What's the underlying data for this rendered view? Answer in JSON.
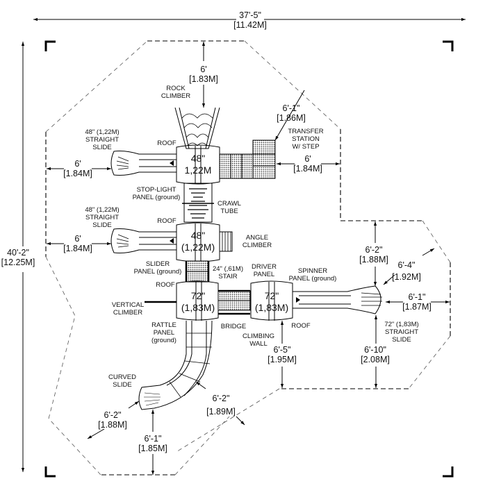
{
  "diagram": {
    "type": "playground-site-plan",
    "overall_dimensions": {
      "width": {
        "imperial": "37'-5\"",
        "metric": "[11.42M]"
      },
      "height": {
        "imperial": "40'-2\"",
        "metric": "[12.25M]"
      }
    },
    "clearance_dimensions": [
      {
        "id": "top",
        "imperial": "6'",
        "metric": "[1.83M]"
      },
      {
        "id": "transfer-diag",
        "imperial": "6'-1\"",
        "metric": "[1.86M]"
      },
      {
        "id": "transfer-right",
        "imperial": "6'",
        "metric": "[1.84M]"
      },
      {
        "id": "slide1-left",
        "imperial": "6'",
        "metric": "[1.84M]"
      },
      {
        "id": "slide2-left",
        "imperial": "6'",
        "metric": "[1.84M]"
      },
      {
        "id": "slide3-top",
        "imperial": "6'-2\"",
        "metric": "[1.88M]"
      },
      {
        "id": "slide3-diag",
        "imperial": "6'-4\"",
        "metric": "[1.92M]"
      },
      {
        "id": "slide3-right",
        "imperial": "6'-1\"",
        "metric": "[1.87M]"
      },
      {
        "id": "slide3-bottom",
        "imperial": "6'-10\"",
        "metric": "[2.08M]"
      },
      {
        "id": "deck4-bottom",
        "imperial": "6'-5\"",
        "metric": "[1.95M]"
      },
      {
        "id": "curved-right",
        "imperial": "6'-2\"",
        "metric": "[1.89M]"
      },
      {
        "id": "curved-left",
        "imperial": "6'-2\"",
        "metric": "[1.88M]"
      },
      {
        "id": "curved-bottom",
        "imperial": "6'-1\"",
        "metric": "[1.85M]"
      }
    ],
    "decks": [
      {
        "line1": "48\"",
        "line2": "1,22M"
      },
      {
        "line1": "48\"",
        "line2": "(1,22M)"
      },
      {
        "line1": "72\"",
        "line2": "(1,83M)"
      },
      {
        "line1": "72\"",
        "line2": "(1,83M)"
      }
    ],
    "labels": {
      "rock_climber": [
        "ROCK",
        "CLIMBER"
      ],
      "slide1": [
        "48\" (1,22M)",
        "STRAIGHT",
        "SLIDE"
      ],
      "roof1": "ROOF",
      "transfer": [
        "TRANSFER",
        "STATION",
        "W/ STEP"
      ],
      "stoplight": [
        "STOP-LIGHT",
        "PANEL (ground)"
      ],
      "crawl": [
        "CRAWL",
        "TUBE"
      ],
      "slide2": [
        "48\" (1,22M)",
        "STRAIGHT",
        "SLIDE"
      ],
      "roof2": "ROOF",
      "angle": [
        "ANGLE",
        "CLIMBER"
      ],
      "slider": [
        "SLIDER",
        "PANEL (ground)"
      ],
      "stair": [
        "24\" (,61M)",
        "STAIR"
      ],
      "driver": [
        "DRIVER",
        "PANEL"
      ],
      "spinner": [
        "SPINNER",
        "PANEL (ground)"
      ],
      "roof3": "ROOF",
      "vertical": [
        "VERTICAL",
        "CLIMBER"
      ],
      "rattle": [
        "RATTLE",
        "PANEL",
        "(ground)"
      ],
      "bridge": "BRIDGE",
      "roof4": "ROOF",
      "climbing_wall": [
        "CLIMBING",
        "WALL"
      ],
      "slide3": [
        "72\" (1,83M)",
        "STRAIGHT",
        "SLIDE"
      ],
      "curved": [
        "CURVED",
        "SLIDE"
      ]
    }
  }
}
